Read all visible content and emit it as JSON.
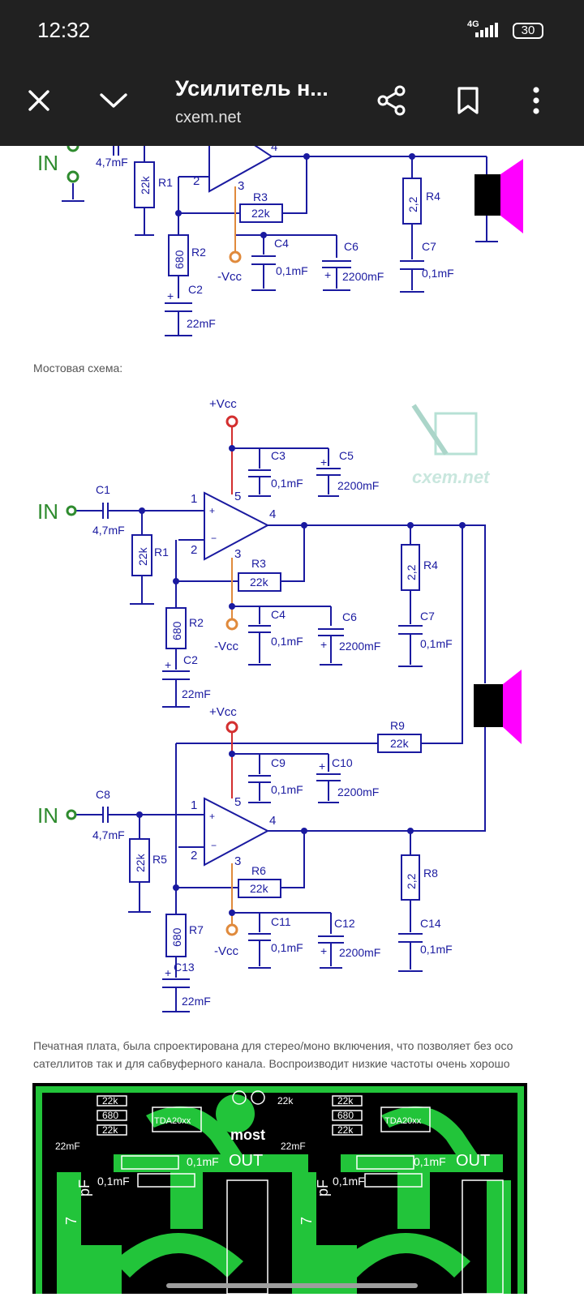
{
  "status_bar": {
    "time": "12:32",
    "network": "4G",
    "battery": "30"
  },
  "toolbar": {
    "title": "Усилитель н...",
    "domain": "cxem.net"
  },
  "article": {
    "caption_bridge": "Мостовая схема:",
    "pcb_paragraph_line1": "Печатная плата, была спроектирована для стерео/моно включения, что позволяет без осо",
    "pcb_paragraph_line2": "сателлитов так и для сабвуферного канала. Воспроизводит низкие частоты очень хорошо"
  },
  "schematic_top": {
    "in": "IN",
    "c1_val": "4,7mF",
    "r1": "R1",
    "r1_val": "22k",
    "pin2": "2",
    "pin3": "3",
    "pin4": "4",
    "r3": "R3",
    "r3_val": "22k",
    "r2": "R2",
    "r2_val": "680",
    "c2": "C2",
    "c2_val": "22mF",
    "c4": "C4",
    "c4_val": "0,1mF",
    "c6": "C6",
    "c6_val": "2200mF",
    "vcc_neg": "-Vcc",
    "r4": "R4",
    "r4_val": "2,2",
    "c7": "C7",
    "c7_val": "0,1mF"
  },
  "schematic_bridge": {
    "watermark": "cxem.net",
    "upper": {
      "vcc_pos": "+Vcc",
      "c3": "C3",
      "c3_val": "0,1mF",
      "c5": "C5",
      "c5_val": "2200mF",
      "c1": "C1",
      "in": "IN",
      "c1_val": "4,7mF",
      "pin1": "1",
      "pin2": "2",
      "pin3": "3",
      "pin4": "4",
      "pin5": "5",
      "r1": "R1",
      "r1_val": "22k",
      "r3": "R3",
      "r3_val": "22k",
      "r2": "R2",
      "r2_val": "680",
      "c2": "C2",
      "c2_val": "22mF",
      "c4": "C4",
      "c4_val": "0,1mF",
      "c6": "C6",
      "c6_val": "2200mF",
      "vcc_neg": "-Vcc",
      "r4": "R4",
      "r4_val": "2,2",
      "c7": "C7",
      "c7_val": "0,1mF"
    },
    "lower": {
      "vcc_pos": "+Vcc",
      "r9": "R9",
      "r9_val": "22k",
      "c9": "C9",
      "c9_val": "0,1mF",
      "c10": "C10",
      "c10_val": "2200mF",
      "c8": "C8",
      "in": "IN",
      "c8_val": "4,7mF",
      "pin1": "1",
      "pin2": "2",
      "pin3": "3",
      "pin4": "4",
      "pin5": "5",
      "r5": "R5",
      "r5_val": "22k",
      "r6": "R6",
      "r6_val": "22k",
      "r7": "R7",
      "r7_val": "680",
      "c13": "C13",
      "c13_val": "22mF",
      "c11": "C11",
      "c11_val": "0,1mF",
      "c12": "C12",
      "c12_val": "2200mF",
      "vcc_neg": "-Vcc",
      "r8": "R8",
      "r8_val": "2,2",
      "c14": "C14",
      "c14_val": "0,1mF"
    }
  },
  "pcb": {
    "labels": [
      "22k",
      "680",
      "22k",
      "TDA20xx",
      "22mF",
      "0,1mF",
      "0,1mF",
      "OUT",
      "pF",
      "7",
      "22k",
      "most",
      "22k",
      "680",
      "22k",
      "TDA20xx",
      "22mF",
      "0,1mF",
      "0,1mF",
      "OUT",
      "pF",
      "7"
    ]
  },
  "colors": {
    "wire": "#1a1aa0",
    "in_label": "#2e8b2e",
    "vcc_pos_wire": "#d32f2f",
    "vcc_neg_wire": "#e08a3c",
    "speaker_cone": "#ff00ff",
    "pcb_green": "#22c43a",
    "bar_bg": "#212121"
  },
  "icons": [
    "close-icon",
    "chevron-down-icon",
    "share-icon",
    "bookmark-icon",
    "more-vert-icon",
    "signal-icon",
    "battery-icon",
    "speaker-icon"
  ]
}
